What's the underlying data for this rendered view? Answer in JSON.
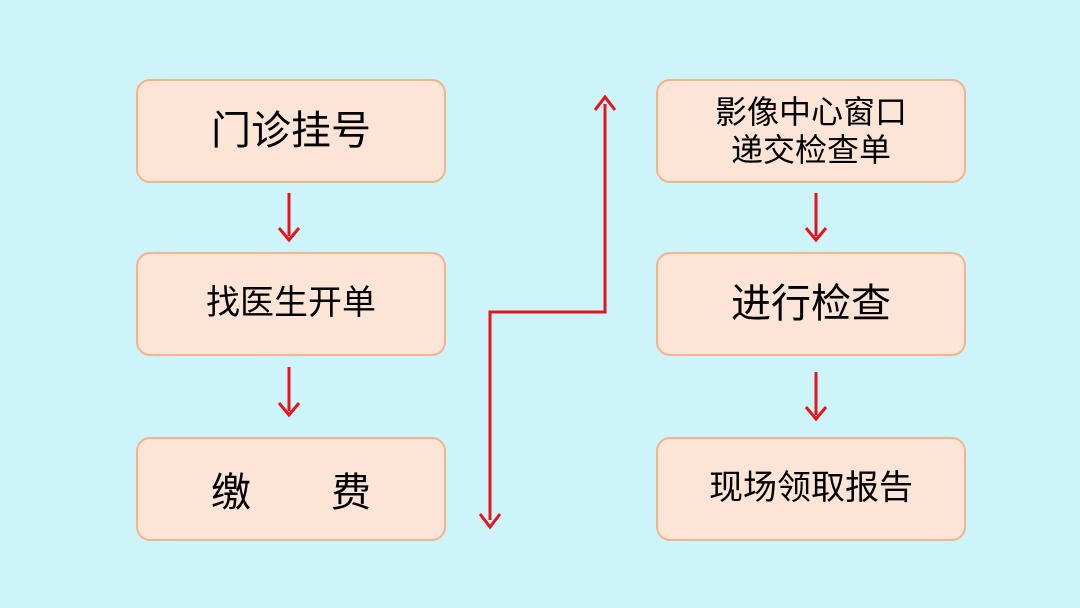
{
  "diagram": {
    "left_column": [
      {
        "id": "registration",
        "label": "门诊挂号"
      },
      {
        "id": "doctor-order",
        "label": "找医生开单"
      },
      {
        "id": "payment",
        "label": "缴　　费"
      }
    ],
    "right_column": [
      {
        "id": "imaging-submit",
        "lines": [
          "影像中心窗口",
          "递交检查单"
        ]
      },
      {
        "id": "exam",
        "label": "进行检查"
      },
      {
        "id": "report",
        "label": "现场领取报告"
      }
    ],
    "colors": {
      "background": "#cdf4fb",
      "box_fill": "#fce4d6",
      "box_border": "#f2b48c",
      "arrow": "#e8141c",
      "text": "#000000"
    }
  }
}
